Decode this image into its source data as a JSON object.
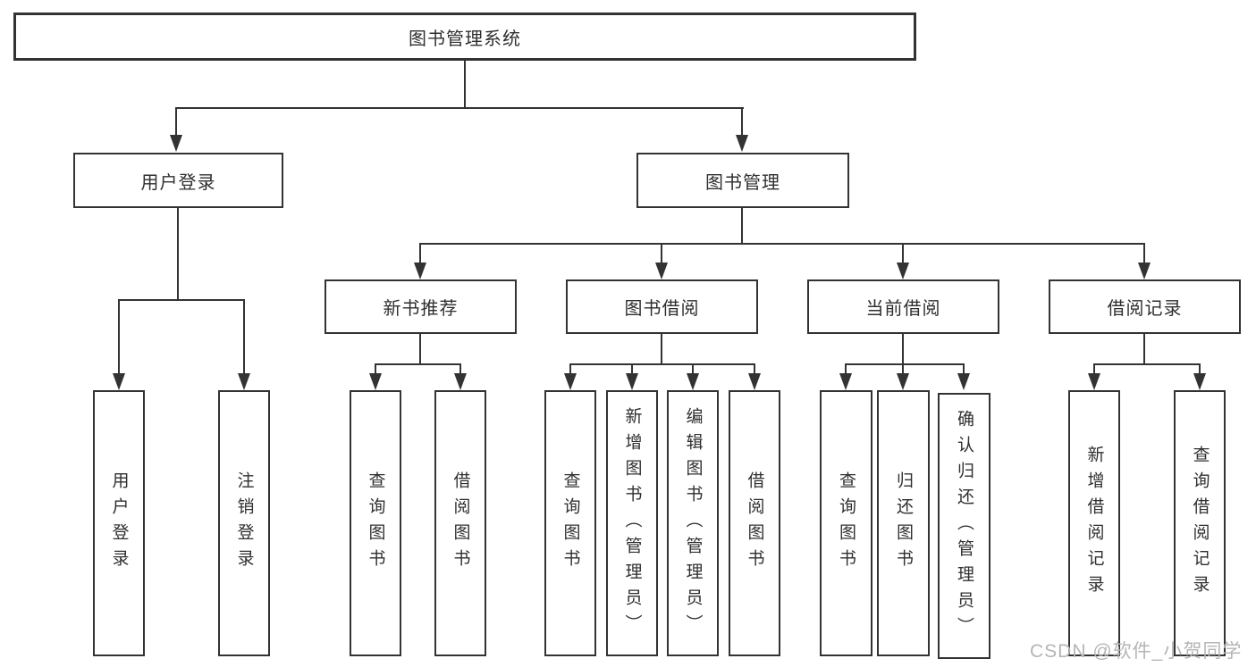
{
  "diagram": {
    "title_node": {
      "label": "图书管理系统"
    },
    "level2": [
      {
        "id": "user-login",
        "label": "用户登录",
        "parent": "图书管理系统"
      },
      {
        "id": "book-management",
        "label": "图书管理",
        "parent": "图书管理系统"
      }
    ],
    "level3": [
      {
        "id": "new-book-recommend",
        "label": "新书推荐",
        "parent": "图书管理"
      },
      {
        "id": "book-borrowing",
        "label": "图书借阅",
        "parent": "图书管理"
      },
      {
        "id": "current-borrowing",
        "label": "当前借阅",
        "parent": "图书管理"
      },
      {
        "id": "borrow-records",
        "label": "借阅记录",
        "parent": "图书管理"
      }
    ],
    "leaves": [
      {
        "label": "用户登录",
        "parent": "用户登录"
      },
      {
        "label": "注销登录",
        "parent": "用户登录"
      },
      {
        "label": "查询图书",
        "parent": "新书推荐"
      },
      {
        "label": "借阅图书",
        "parent": "新书推荐"
      },
      {
        "label": "查询图书",
        "parent": "图书借阅"
      },
      {
        "label": "新增图书（管理员）",
        "parent": "图书借阅"
      },
      {
        "label": "编辑图书（管理员）",
        "parent": "图书借阅"
      },
      {
        "label": "借阅图书",
        "parent": "图书借阅"
      },
      {
        "label": "查询图书",
        "parent": "当前借阅"
      },
      {
        "label": "归还图书",
        "parent": "当前借阅"
      },
      {
        "label": "确认归还（管理员）",
        "parent": "当前借阅"
      },
      {
        "label": "新增借阅记录",
        "parent": "借阅记录"
      },
      {
        "label": "查询借阅记录",
        "parent": "借阅记录"
      }
    ],
    "watermark": {
      "text": "CSDN @软件_小贺同学"
    },
    "colors": {
      "line": "#333333",
      "box_border": "#333333",
      "text": "#2f2f2f",
      "watermark": "#b5b5b5",
      "background": "#ffffff"
    }
  }
}
